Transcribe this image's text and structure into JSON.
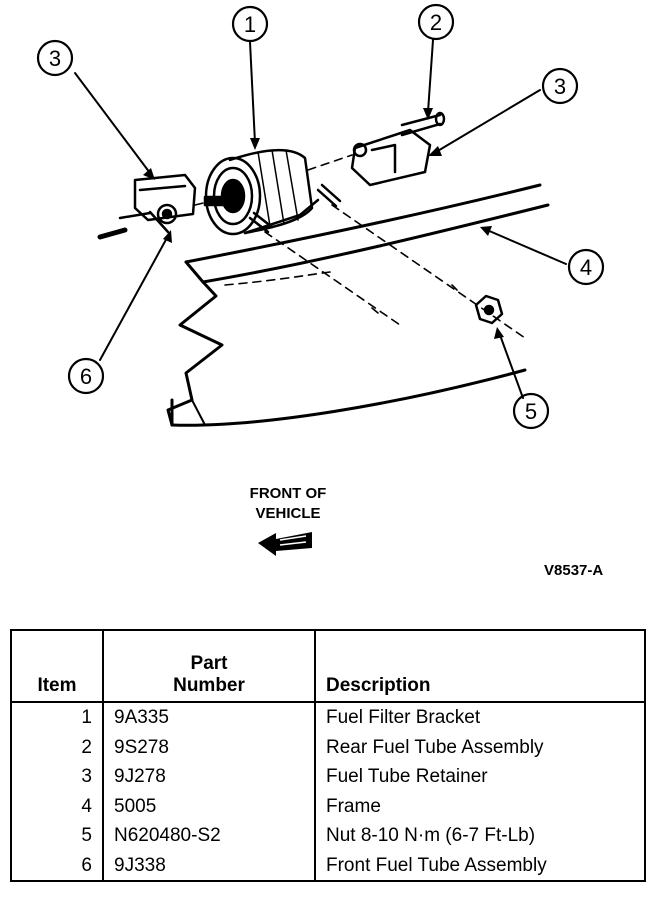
{
  "diagram": {
    "callouts": [
      "1",
      "2",
      "3",
      "3",
      "4",
      "5",
      "6"
    ],
    "front_label_line1": "FRONT OF",
    "front_label_line2": "VEHICLE",
    "figure_code": "V8537-A",
    "icons": [
      "front-direction-arrow-icon"
    ]
  },
  "table": {
    "headers": {
      "item": "Item",
      "part_line1": "Part",
      "part_line2": "Number",
      "description": "Description"
    },
    "rows": [
      {
        "item": "1",
        "part": "9A335",
        "description": "Fuel Filter Bracket"
      },
      {
        "item": "2",
        "part": "9S278",
        "description": "Rear Fuel Tube Assembly"
      },
      {
        "item": "3",
        "part": "9J278",
        "description": "Fuel Tube Retainer"
      },
      {
        "item": "4",
        "part": "5005",
        "description": "Frame"
      },
      {
        "item": "5",
        "part": "N620480-S2",
        "description": "Nut 8-10 N·m (6-7 Ft-Lb)"
      },
      {
        "item": "6",
        "part": "9J338",
        "description": "Front Fuel Tube Assembly"
      }
    ]
  }
}
